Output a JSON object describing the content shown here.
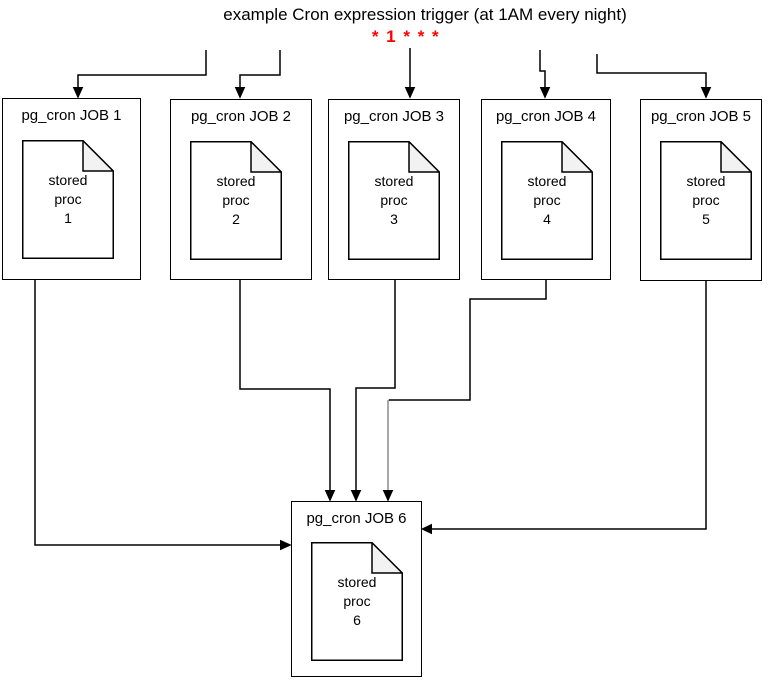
{
  "title": "example Cron expression trigger (at 1AM every night)",
  "cron_expression": "* 1 * * *",
  "colors": {
    "line": "#000000",
    "cron_red": "#FF0000",
    "gray_segment": "#8C8C8C",
    "fold_fill": "#F2F2F2",
    "node_fill": "#FFFFFF",
    "text": "#000000"
  },
  "icons": {
    "document": "rectangle-with-folded-top-right-corner",
    "arrowhead": "solid-triangle"
  },
  "nodes": [
    {
      "label": "pg_cron JOB 1",
      "doc_lines": [
        "stored",
        "proc",
        "1"
      ]
    },
    {
      "label": "pg_cron JOB 2",
      "doc_lines": [
        "stored",
        "proc",
        "2"
      ]
    },
    {
      "label": "pg_cron JOB 3",
      "doc_lines": [
        "stored",
        "proc",
        "3"
      ]
    },
    {
      "label": "pg_cron JOB 4",
      "doc_lines": [
        "stored",
        "proc",
        "4"
      ]
    },
    {
      "label": "pg_cron JOB 5",
      "doc_lines": [
        "stored",
        "proc",
        "5"
      ]
    },
    {
      "label": "pg_cron JOB 6",
      "doc_lines": [
        "stored",
        "proc",
        "6"
      ]
    }
  ]
}
